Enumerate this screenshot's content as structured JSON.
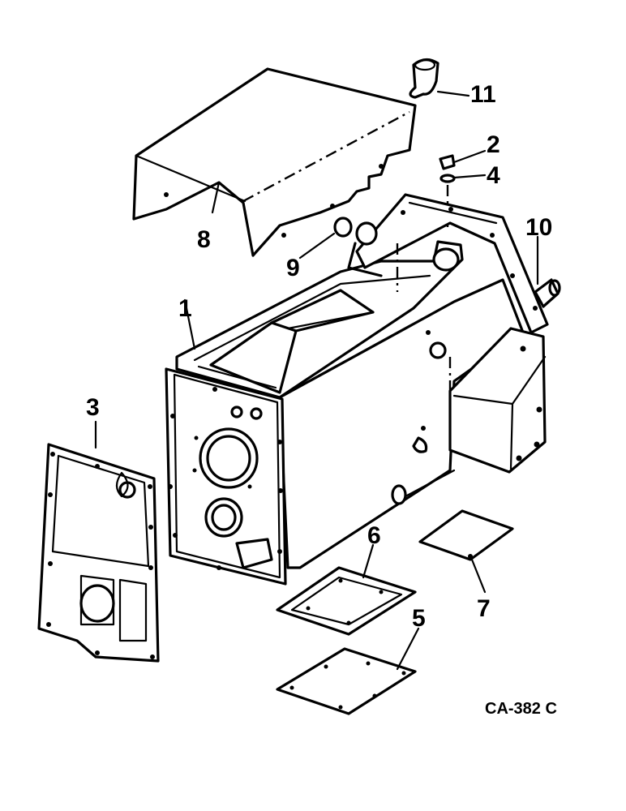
{
  "callouts": {
    "c1": "1",
    "c2": "2",
    "c3": "3",
    "c4": "4",
    "c5": "5",
    "c6": "6",
    "c7": "7",
    "c8": "8",
    "c9": "9",
    "c10": "10",
    "c11": "11"
  },
  "drawing_code": "CA-382 C"
}
